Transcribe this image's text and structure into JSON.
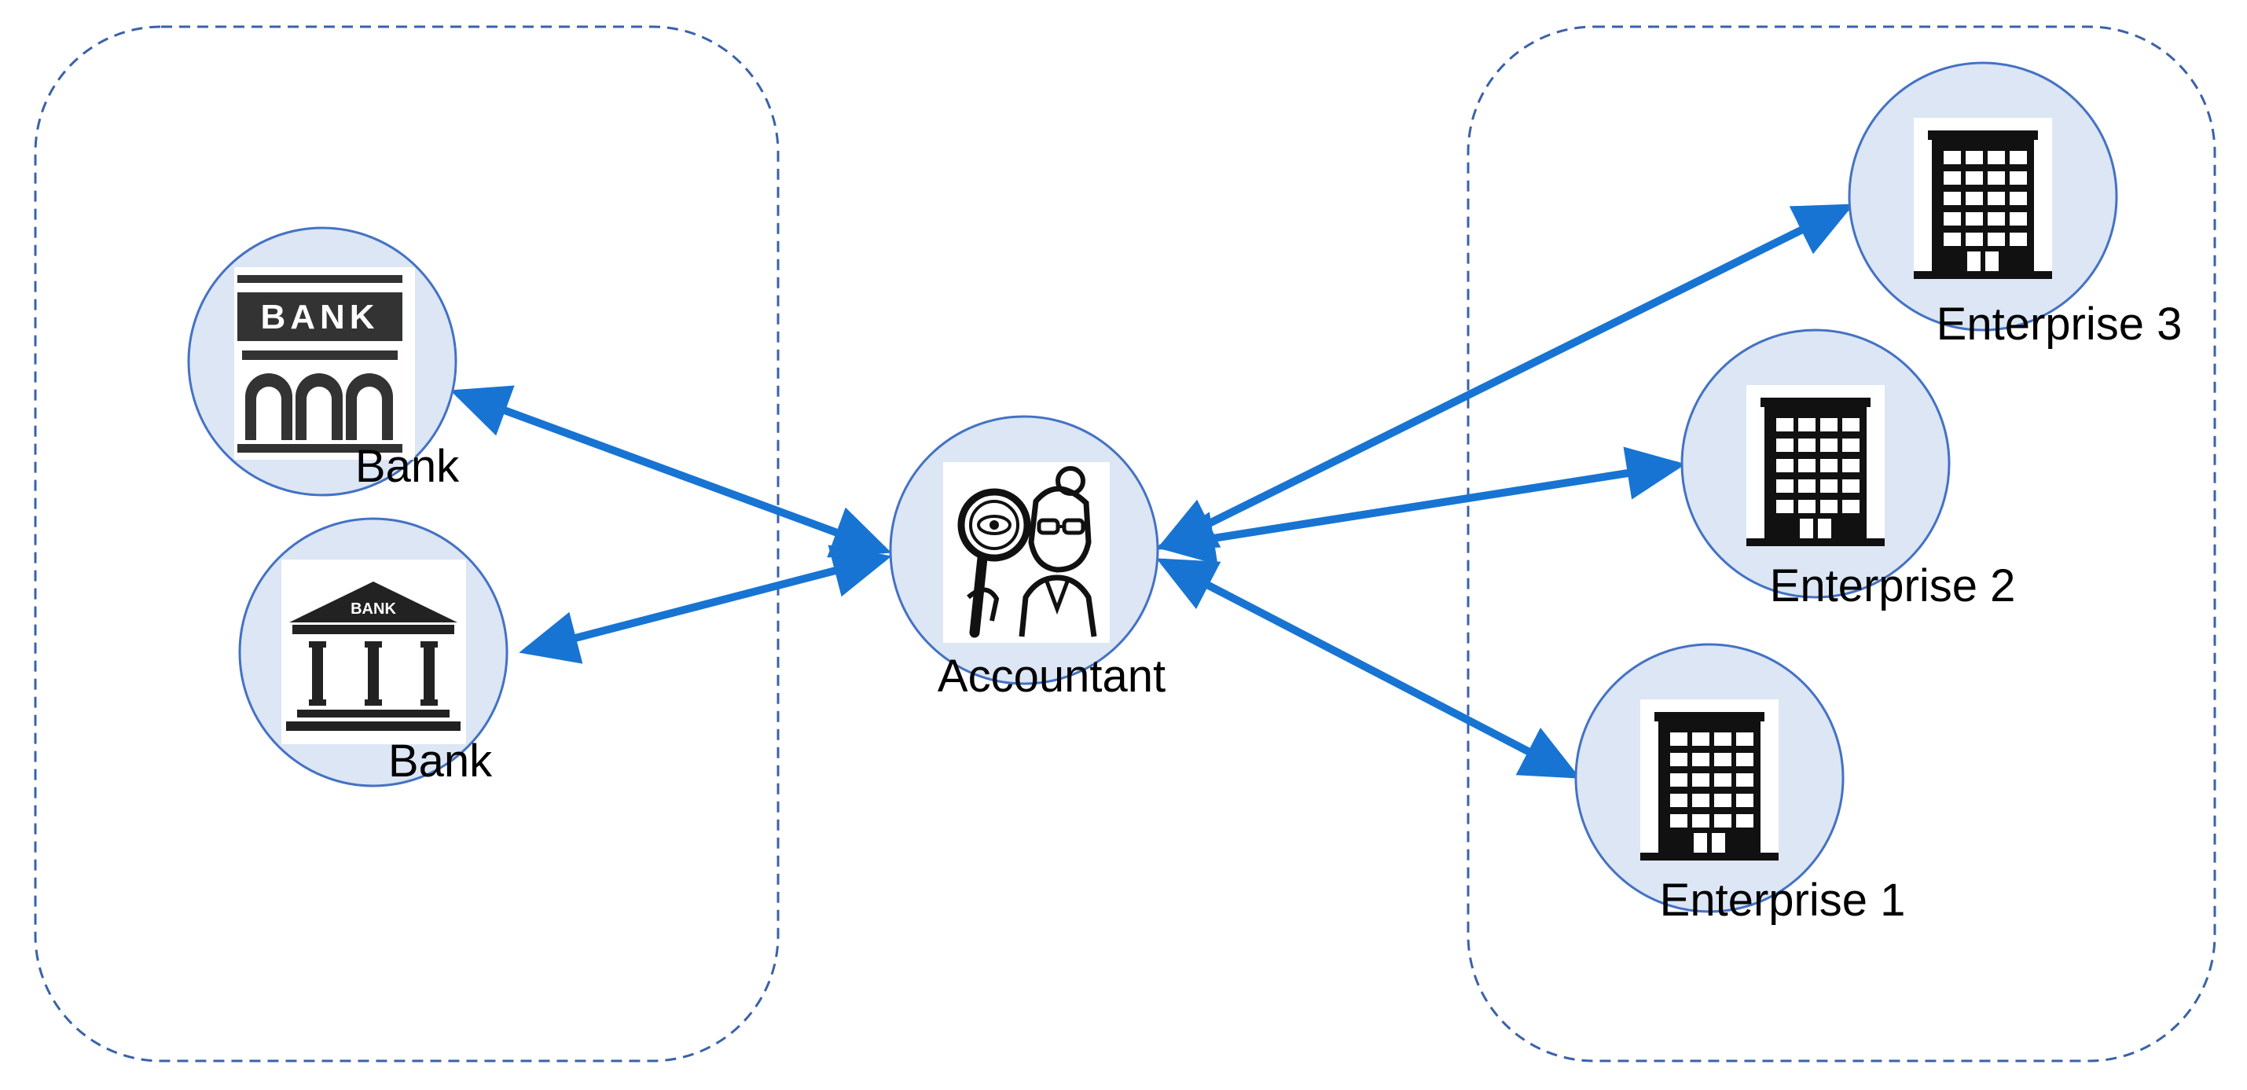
{
  "colors": {
    "arrow": "#1874D2",
    "circle_fill": "#DCE6F4",
    "circle_stroke": "#4472C4",
    "group_border": "#3A62A8",
    "icon": "#1a1a1a",
    "text": "#000000"
  },
  "bank_sign_big": "BANK",
  "bank_sign_small": "BANK",
  "nodes": {
    "bank1": {
      "label": "Bank",
      "icon": "bank-storefront-icon"
    },
    "bank2": {
      "label": "Bank",
      "icon": "bank-columns-icon"
    },
    "accountant": {
      "label": "Accountant",
      "icon": "accountant-magnifier-icon"
    },
    "enterprise3": {
      "label": "Enterprise 3",
      "icon": "office-building-icon"
    },
    "enterprise2": {
      "label": "Enterprise 2",
      "icon": "office-building-icon"
    },
    "enterprise1": {
      "label": "Enterprise 1",
      "icon": "office-building-icon"
    }
  },
  "edges": [
    {
      "from": "accountant",
      "to": "bank1",
      "direction": "both"
    },
    {
      "from": "accountant",
      "to": "bank2",
      "direction": "both"
    },
    {
      "from": "accountant",
      "to": "enterprise3",
      "direction": "both"
    },
    {
      "from": "accountant",
      "to": "enterprise2",
      "direction": "both"
    },
    {
      "from": "accountant",
      "to": "enterprise1",
      "direction": "both"
    }
  ]
}
